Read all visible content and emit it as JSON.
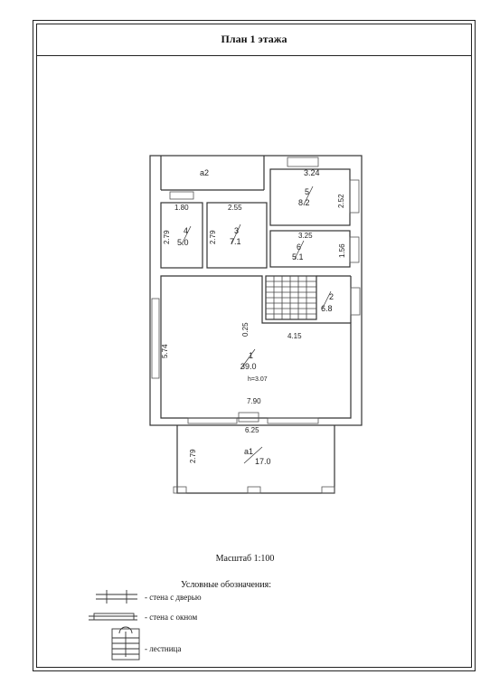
{
  "title": "План 1 этажа",
  "scale": "Масштаб 1:100",
  "legend": {
    "title": "Условные обозначения:",
    "door": "- стена с дверью",
    "window": "- стена с окном",
    "stair": "- лестница"
  },
  "rooms": {
    "a2": {
      "label": "a2"
    },
    "r5": {
      "num": "5",
      "area": "8.2",
      "w": "3.24",
      "h": "2.52"
    },
    "r4": {
      "num": "4",
      "area": "5.0",
      "w": "1.80",
      "h": "2.79"
    },
    "r3": {
      "num": "3",
      "area": "7.1",
      "w": "2.55",
      "h": "2.79"
    },
    "r6": {
      "num": "6",
      "area": "5.1",
      "w": "3.25",
      "h": "1.56"
    },
    "r2": {
      "num": "2",
      "area": "6.8"
    },
    "r1": {
      "num": "1",
      "area": "39.0",
      "height": "h=3.07",
      "w1": "4.15",
      "w2": "7.90",
      "h": "5.74",
      "d": "0.25"
    },
    "a1": {
      "label": "a1",
      "area": "17.0",
      "w": "6.25",
      "h": "2.79"
    }
  }
}
